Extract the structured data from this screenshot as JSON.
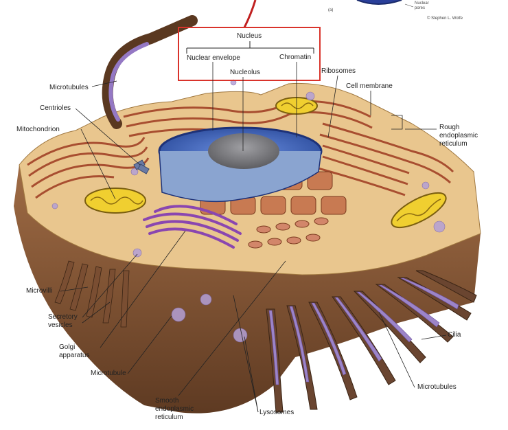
{
  "figure": {
    "panel_label": "(a)",
    "credit": "© Stephen L. Wolfe",
    "inset_label": "Nuclear\npores"
  },
  "labels": {
    "nucleus": "Nucleus",
    "nuclear_envelope": "Nuclear envelope",
    "chromatin": "Chromatin",
    "nucleolus": "Nucleolus",
    "ribosomes": "Ribosomes",
    "cell_membrane": "Cell membrane",
    "rough_er": "Rough\nendoplasmic\nreticulum",
    "microtubules_top": "Microtubules",
    "centrioles": "Centrioles",
    "mitochondrion": "Mitochondrion",
    "microvilli": "Microvilli",
    "secretory_vesicles": "Secretory\nvesicles",
    "golgi_apparatus": "Golgi\napparatus",
    "microtubule": "Microtubule",
    "smooth_er": "Smooth\nendoplasmic\nreticulum",
    "lysosomes": "Lysosomes",
    "cilia": "Cilia",
    "microtubules_bottom": "Microtubules"
  },
  "colors": {
    "highlight_box": "#d9332b",
    "cytoplasm": "#e8c48c",
    "cell_body": "#8a5a3a",
    "rough_er": "#b5603f",
    "nucleus": "#3f64b8",
    "nucleolus": "#7d7d80",
    "golgi": "#8d4bb0",
    "mitochondria": "#e0c020",
    "vesicles": "#a48cc8"
  }
}
